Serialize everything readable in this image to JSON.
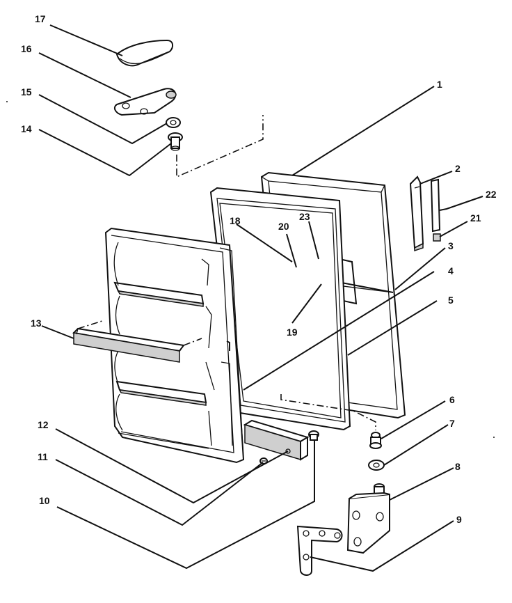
{
  "callouts": [
    {
      "id": "1",
      "text": "1"
    },
    {
      "id": "2",
      "text": "2"
    },
    {
      "id": "3",
      "text": "3"
    },
    {
      "id": "4",
      "text": "4"
    },
    {
      "id": "5",
      "text": "5"
    },
    {
      "id": "6",
      "text": "6"
    },
    {
      "id": "7",
      "text": "7"
    },
    {
      "id": "8",
      "text": "8"
    },
    {
      "id": "9",
      "text": "9"
    },
    {
      "id": "10",
      "text": "10"
    },
    {
      "id": "11",
      "text": "11"
    },
    {
      "id": "12",
      "text": "12"
    },
    {
      "id": "13",
      "text": "13"
    },
    {
      "id": "14",
      "text": "14"
    },
    {
      "id": "15",
      "text": "15"
    },
    {
      "id": "16",
      "text": "16"
    },
    {
      "id": "17",
      "text": "17"
    },
    {
      "id": "18",
      "text": "18"
    },
    {
      "id": "19",
      "text": "19"
    },
    {
      "id": "20",
      "text": "20"
    },
    {
      "id": "21",
      "text": "21"
    },
    {
      "id": "22",
      "text": "22"
    },
    {
      "id": "23",
      "text": "23"
    }
  ],
  "colors": {
    "line": "#111111",
    "background": "#ffffff",
    "shade": "#cfcfcf"
  }
}
